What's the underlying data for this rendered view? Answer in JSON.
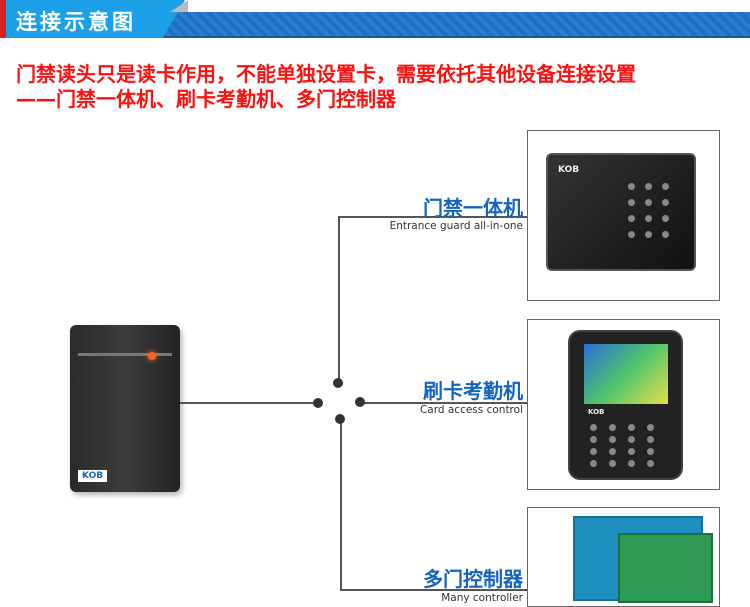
{
  "header": {
    "title": "连接示意图"
  },
  "intro": {
    "line1": "门禁读头只是读卡作用，不能单独设置卡，需要依托其他设备连接设置",
    "line2": "——门禁一体机、刷卡考勤机、多门控制器"
  },
  "reader": {
    "brand": "KOB"
  },
  "devices": [
    {
      "name_cn": "门禁一体机",
      "name_en": "Entrance guard all-in-one",
      "brand": "KOB"
    },
    {
      "name_cn": "刷卡考勤机",
      "name_en": "Card access control",
      "brand": "KOB"
    },
    {
      "name_cn": "多门控制器",
      "name_en": "Many controller"
    }
  ],
  "colors": {
    "accent_blue": "#1565c0",
    "intro_red": "#ff1010",
    "header_blue": "#1ba0e8"
  }
}
